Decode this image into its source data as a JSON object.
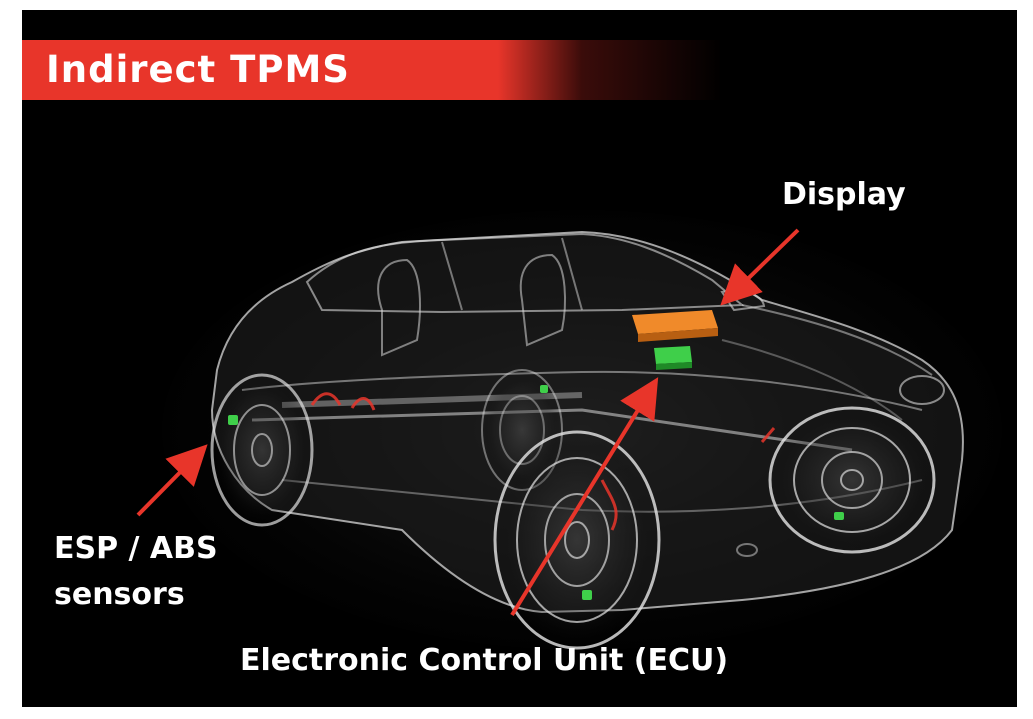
{
  "title": "Indirect TPMS",
  "labels": {
    "display": "Display",
    "esp_line1": "ESP / ABS",
    "esp_line2": "sensors",
    "ecu": "Electronic Control Unit (ECU)"
  },
  "colors": {
    "title_bar": "#e8352a",
    "background": "#000000",
    "arrow": "#e8352a",
    "display_unit": "#f08a2a",
    "ecu_unit": "#3fcf4a",
    "sensor": "#3fcf4a"
  }
}
